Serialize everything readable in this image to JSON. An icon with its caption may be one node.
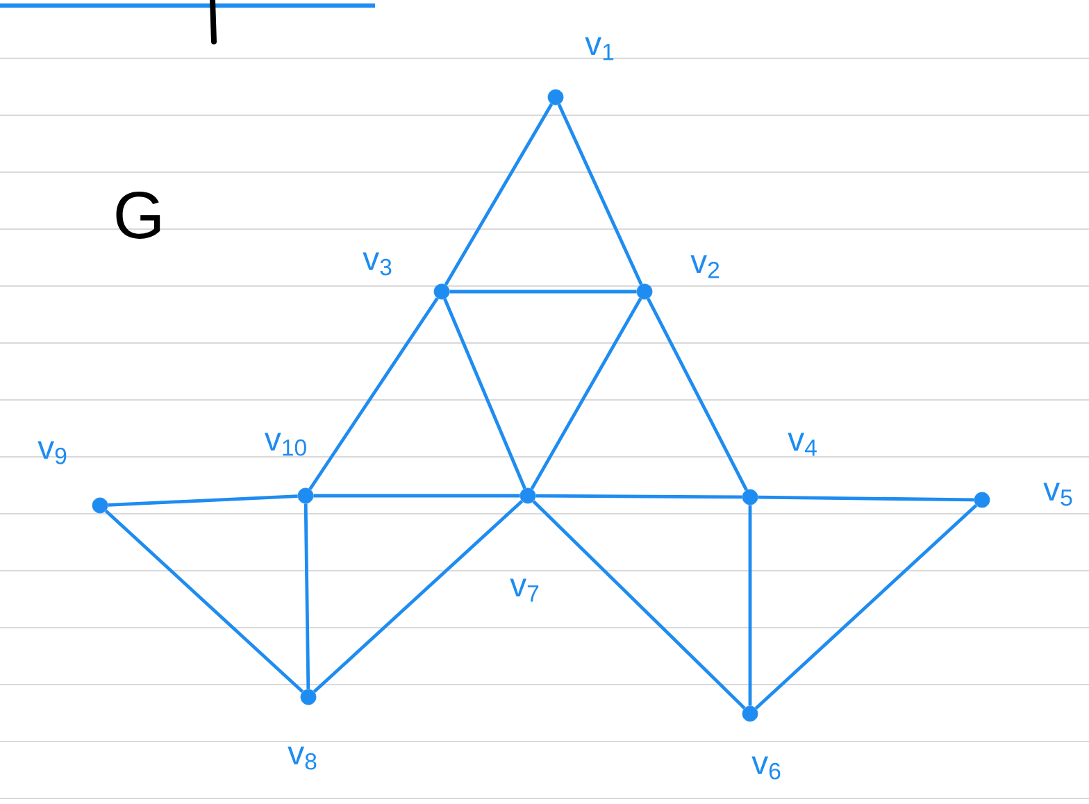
{
  "diagram": {
    "nodes": [
      {
        "text": [],
        "shape": "circle",
        "beside": [
          "v$_{1}$"
        ]
      },
      {
        "text": [],
        "shape": "circle",
        "beside": [
          "v$_{3}$"
        ]
      },
      {
        "text": [],
        "shape": "circle",
        "beside": [
          "v$_{2}$"
        ]
      },
      {
        "text": [],
        "shape": "circle",
        "beside": [
          "v$_{9}$"
        ]
      },
      {
        "text": [],
        "shape": "circle",
        "beside": [
          "v$_{10}$"
        ]
      },
      {
        "text": [],
        "shape": "circle",
        "beside": [
          "v$_{7}$"
        ]
      },
      {
        "text": [],
        "shape": "circle",
        "beside": [
          "v$_{4}$"
        ]
      },
      {
        "text": [],
        "shape": "circle",
        "beside": [
          "v$_{5}$"
        ]
      },
      {
        "text": [],
        "shape": "circle",
        "beside": [
          "v$_{8}$"
        ]
      },
      {
        "text": [],
        "shape": "circle",
        "beside": [
          "v$_{6}$"
        ]
      }
    ],
    "edges": [
      {
        "from": 0,
        "to": 1,
        "arrow": "none"
      },
      {
        "from": 0,
        "to": 2,
        "arrow": "none"
      },
      {
        "from": 1,
        "to": 2,
        "arrow": "none"
      },
      {
        "from": 1,
        "to": 4,
        "arrow": "none"
      },
      {
        "from": 1,
        "to": 5,
        "arrow": "none"
      },
      {
        "from": 2,
        "to": 5,
        "arrow": "none"
      },
      {
        "from": 2,
        "to": 6,
        "arrow": "none"
      },
      {
        "from": 3,
        "to": 4,
        "arrow": "none"
      },
      {
        "from": 4,
        "to": 5,
        "arrow": "none"
      },
      {
        "from": 5,
        "to": 6,
        "arrow": "none"
      },
      {
        "from": 6,
        "to": 7,
        "arrow": "none"
      },
      {
        "from": 3,
        "to": 8,
        "arrow": "none"
      },
      {
        "from": 4,
        "to": 8,
        "arrow": "none"
      },
      {
        "from": 8,
        "to": 5,
        "arrow": "none"
      },
      {
        "from": 5,
        "to": 9,
        "arrow": "none"
      },
      {
        "from": 6,
        "to": 9,
        "arrow": "none"
      },
      {
        "from": 7,
        "to": 9,
        "arrow": "none"
      }
    ],
    "labels": [
      "G"
    ]
  }
}
